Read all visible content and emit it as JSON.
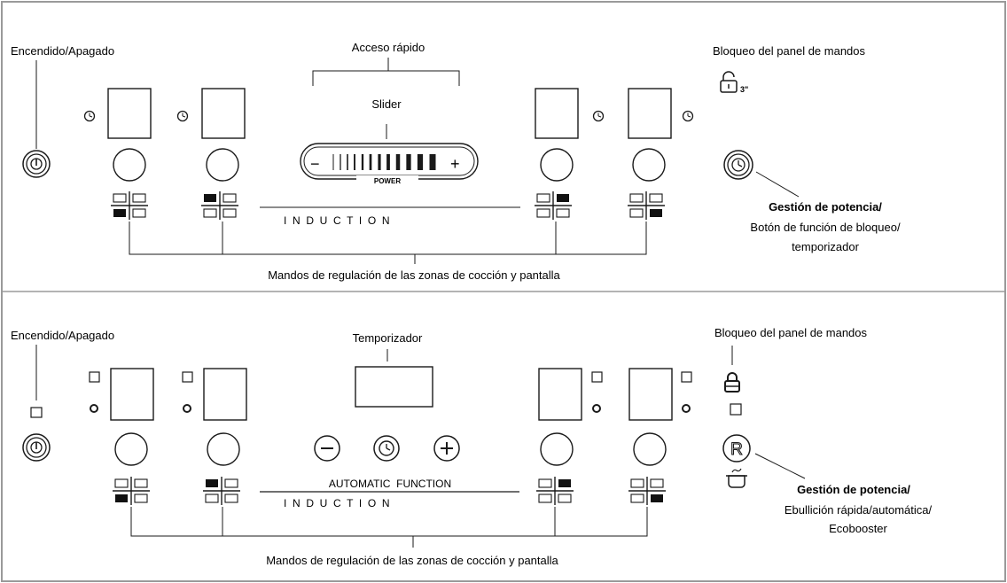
{
  "colors": {
    "frame": "#9a9a9a",
    "stroke": "#1a1a1a",
    "fill": "#111111"
  },
  "top_panel": {
    "power_label": "Encendido/Apagado",
    "quick_access_label": "Acceso rápido",
    "slider_label": "Slider",
    "slider_minus": "−",
    "slider_plus": "+",
    "slider_power": "POWER",
    "induction_text": "I  N  D  U  C  T  I  O  N",
    "lock_label": "Bloqueo del panel de mandos",
    "lock_time": "3\"",
    "power_mgmt_bold": "Gestión de potencia/",
    "power_mgmt_line2": "Botón de función de bloqueo/",
    "power_mgmt_line3": "temporizador",
    "zones_label": "Mandos de regulación de las zonas de cocción y pantalla"
  },
  "bottom_panel": {
    "power_label": "Encendido/Apagado",
    "timer_label": "Temporizador",
    "timer_minus": "−",
    "timer_plus": "+",
    "automatic_text": "AUTOMATIC  FUNCTION",
    "induction_text": "I  N  D  U  C  T  I  O  N",
    "lock_label": "Bloqueo del panel de mandos",
    "boost_symbol": "R",
    "power_mgmt_bold": "Gestión de potencia/",
    "power_mgmt_line2": "Ebullición rápida/automática/",
    "power_mgmt_line3": "Ecobooster",
    "zones_label": "Mandos de regulación de las zonas de cocción y pantalla"
  },
  "icons": [
    "power-icon",
    "clock-icon",
    "lock-icon",
    "zone-indicator-icon",
    "pot-icon"
  ]
}
